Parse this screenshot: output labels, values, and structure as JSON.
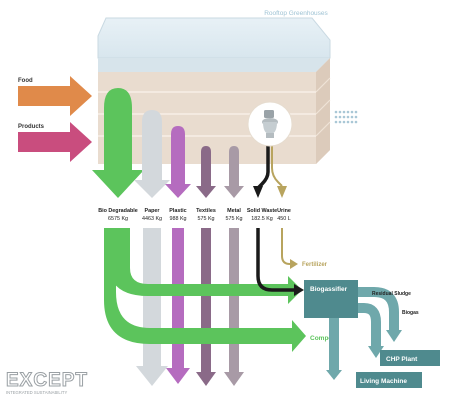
{
  "building": {
    "label": "Rooftop Greenhouses"
  },
  "inputs": [
    {
      "label": "Food",
      "color": "#e08a4a"
    },
    {
      "label": "Products",
      "color": "#c94d7e"
    }
  ],
  "waste_streams": [
    {
      "name": "Bio Degradable",
      "amount": "6575 Kg",
      "color": "#5cc45c"
    },
    {
      "name": "Paper",
      "amount": "4463 Kg",
      "color": "#d3d8dc"
    },
    {
      "name": "Plastic",
      "amount": "988 Kg",
      "color": "#b56cbf"
    },
    {
      "name": "Textiles",
      "amount": "575 Kg",
      "color": "#8a6a88"
    },
    {
      "name": "Metal",
      "amount": "575 Kg",
      "color": "#a89aa6"
    },
    {
      "name": "Solid Waste",
      "amount": "182.5 Kg",
      "color": "#1a1a1a"
    },
    {
      "name": "Urine",
      "amount": "450 L",
      "color": "#b8a45e"
    }
  ],
  "outputs": {
    "fertilizer": "Fertilizer",
    "biogassifier": "Biogassifier",
    "residual_sludge": "Residual Sludge",
    "biogas": "Biogas",
    "compost": "Compost",
    "chp_plant": "CHP Plant",
    "living_machine": "Living Machine"
  },
  "colors": {
    "process_box": "#4f8a8e",
    "process_flow": "#6fa8ab",
    "fertilizer_text": "#b8a45e",
    "compost_text": "#5cc45c"
  },
  "logo": {
    "name": "EXCEPT",
    "tagline": "INTEGRATED SUSTAINABILITY"
  }
}
